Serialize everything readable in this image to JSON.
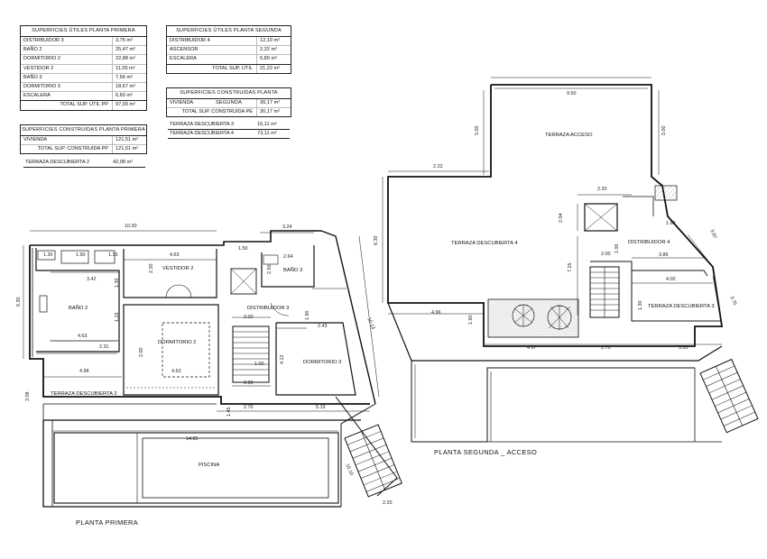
{
  "tables": {
    "utiles_primera": {
      "title": "SUPERFICIES ÚTILES PLANTA PRIMERA",
      "rows": [
        {
          "name": "DISTRIBUIDOR 3",
          "value": "3,75 m²"
        },
        {
          "name": "BAÑO 2",
          "value": "25,47 m²"
        },
        {
          "name": "DORMITORIO 2",
          "value": "22,88 m²"
        },
        {
          "name": "VESTIDOR 2",
          "value": "11,05 m²"
        },
        {
          "name": "BAÑO 3",
          "value": "7,66 m²"
        },
        {
          "name": "DORMITORIO 3",
          "value": "18,67 m²"
        },
        {
          "name": "ESCALERA",
          "value": "6,60 m²"
        }
      ],
      "total_label": "TOTAL SUP. ÚTIL PP",
      "total_value": "97,00 m²"
    },
    "construidas_primera": {
      "title": "SUPERFICIES CONSTRUIDAS PLANTA PRIMERA",
      "rows": [
        {
          "name": "VIVIENDA",
          "value": "121,51 m²"
        }
      ],
      "total_label": "TOTAL SUP. CONSTRUIDA PP",
      "total_value": "121,51 m²",
      "extra_name": "TERRAZA DESCUBIERTA 2",
      "extra_value": "42,08 m²"
    },
    "utiles_segunda": {
      "title": "SUPERFICIES ÚTILES PLANTA SEGUNDA",
      "rows": [
        {
          "name": "DISTRIBUIDOR 4",
          "value": "12,10 m²"
        },
        {
          "name": "ASCENSOR",
          "value": "2,32 m²"
        },
        {
          "name": "ESCALERA",
          "value": "6,80 m²"
        }
      ],
      "total_label": "TOTAL SUP. ÚTIL",
      "total_value": "21,22 m²"
    },
    "construidas_segunda": {
      "title": "SUPERFICIES CONSTRUIDAS PLANTA SEGUNDA",
      "rows": [
        {
          "name": "VIVIENDA",
          "value": "30,17 m²"
        }
      ],
      "total_label": "TOTAL SUP. CONSTRUIDA PE",
      "total_value": "30,17 m²",
      "extras": [
        {
          "name": "TERRAZA DESCUBIERTA 3",
          "value": "16,11 m²"
        },
        {
          "name": "TERRAZA DESCUBIERTA 4",
          "value": "73,11 m²"
        }
      ]
    }
  },
  "plan_primera": {
    "title": "PLANTA PRIMERA",
    "rooms": {
      "vestidor": "VESTIDOR 2",
      "bano3": "BAÑO 3",
      "bano2": "BAÑO 2",
      "distribuidor": "DISTRIBUIDOR 3",
      "dormitorio2": "DORMITORIO 2",
      "dormitorio3": "DORMITORIO 3",
      "terraza": "TERRAZA DESCUBIERTA 2",
      "piscina": "PISCINA"
    },
    "dims": {
      "top_total": "10.30",
      "top_right": "3.24",
      "left_total": "6.30",
      "d130": "1.30",
      "d190": "1.90",
      "d133": "1.33",
      "d463a": "4.63",
      "d150": "1.50",
      "d264": "2.64",
      "d342": "3.42",
      "d463b": "4.63",
      "d231": "2.31",
      "d498": "4.98",
      "d200a": "2.00",
      "d243": "2.43",
      "d100": "1.00",
      "d200b": "2.00",
      "d463c": "4.63",
      "d270": "2.70",
      "d519": "5.19",
      "d1485": "14.85",
      "d220": "2.20",
      "vd230": "2.30",
      "vd250": "2.50",
      "vd130": "1.30",
      "vd115": "1.15",
      "vd190": "1.90",
      "vd412": "4.12",
      "vd145": "1.45",
      "vd308": "3.08",
      "vd1013": "10.13",
      "vd1010": "10.10",
      "vd200": "2.00"
    }
  },
  "plan_segunda": {
    "title": "PLANTA SEGUNDA _ ACCESO",
    "rooms": {
      "terraza_acceso": "TERRAZA ACCESO",
      "terraza4": "TERRAZA DESCUBIERTA 4",
      "distribuidor": "DISTRIBUIDOR 4",
      "terraza3": "TERRAZA DESCUBIERTA 3"
    },
    "dims": {
      "d950": "9.50",
      "d222": "2.22",
      "d220": "2.20",
      "d163": "1.63",
      "d200": "2.00",
      "d386": "3.86",
      "d400": "4.00",
      "d496": "4.96",
      "d497": "4.97",
      "d270": "2.70",
      "d520": "5.20",
      "vd500a": "5.00",
      "vd500b": "5.00",
      "vd630": "6.30",
      "vd204": "2.04",
      "vd725": "7.25",
      "vd100": "1.00",
      "vd190": "1.90",
      "vd130": "1.30",
      "vd387": "3.87",
      "vd375": "3.75"
    }
  }
}
